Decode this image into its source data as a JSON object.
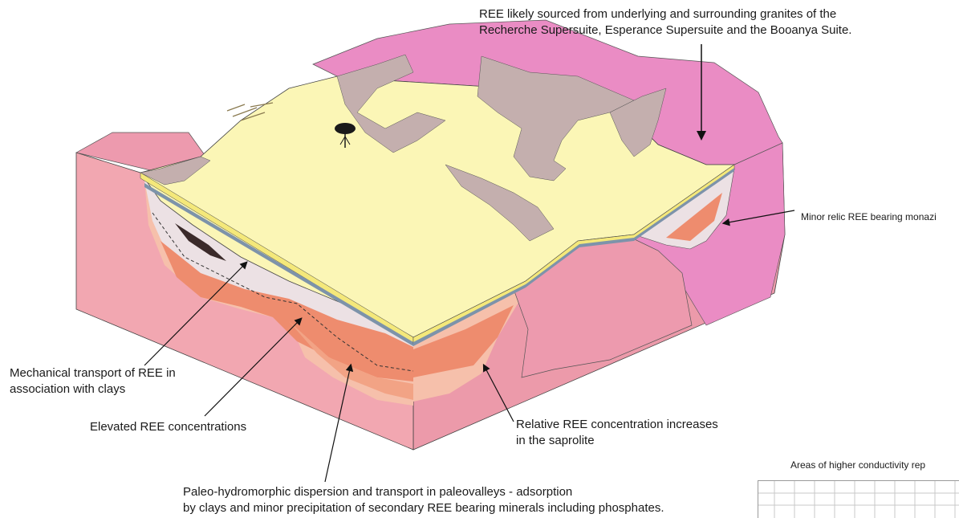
{
  "annotations": {
    "source": {
      "line1": "REE likely sourced from underlying and surrounding granites of the",
      "line2": "Recherche Supersuite,  Esperance Supersuite and the Booanya Suite."
    },
    "monazite": "Minor relic REE bearing monazi",
    "mechanical": {
      "line1": "Mechanical transport of REE  in",
      "line2": "association with clays"
    },
    "elevated": "Elevated REE concentrations",
    "saprolite": {
      "line1": "Relative REE concentration increases",
      "line2": "in the saprolite"
    },
    "paleo": {
      "line1": "Paleo-hydromorphic dispersion and transport in paleovalleys - adsorption",
      "line2": "by clays and minor precipitation of secondary REE bearing minerals including phosphates."
    },
    "conductivity": "Areas of higher conductivity rep"
  },
  "colors": {
    "granite_front": "#f2a7b1",
    "granite_side": "#ec9aaa",
    "granite_top": "#ed9aae",
    "granite_magenta": "#ea8cc4",
    "transition": "#c4afae",
    "laterite_top": "#fbf6b6",
    "yellow_edge": "#f4e87a",
    "clay_white": "#ece1e4",
    "orange_dark": "#ee8c6e",
    "orange_mid": "#f2a385",
    "peach": "#f6c0ab",
    "blue_layer": "#7d93aa",
    "black_wedge": "#3b2a2a",
    "arrow": "#111111"
  }
}
